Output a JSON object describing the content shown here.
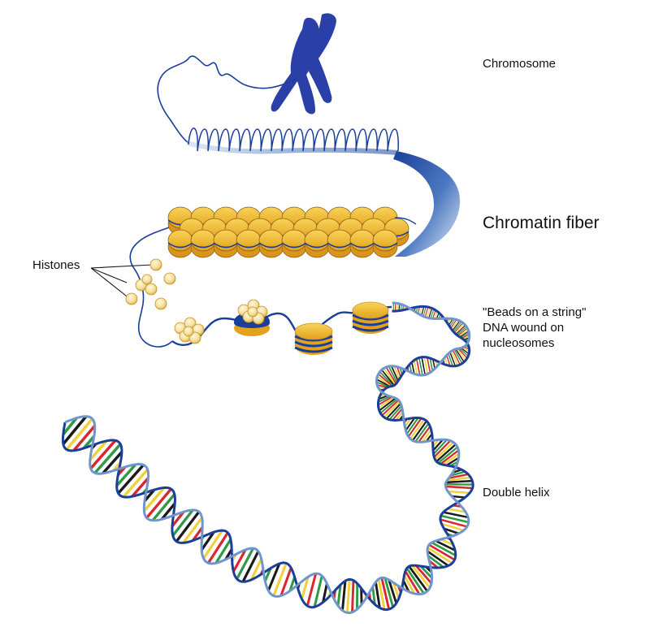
{
  "labels": {
    "chromosome": "Chromosome",
    "chromatin_fiber": "Chromatin fiber",
    "histones": "Histones",
    "beads_on_string": "\"Beads on a string\"\nDNA wound on\nnucleosomes",
    "double_helix": "Double helix"
  },
  "colors": {
    "dna_blue": "#1a3f9a",
    "chromosome_blue": "#2a3fa8",
    "histone_gold": "#f4c430",
    "histone_light": "#f7dfa0",
    "base_red": "#d7282f",
    "base_green": "#2f9a46",
    "base_black": "#1a1a1a",
    "base_yellow": "#f1d03a"
  }
}
